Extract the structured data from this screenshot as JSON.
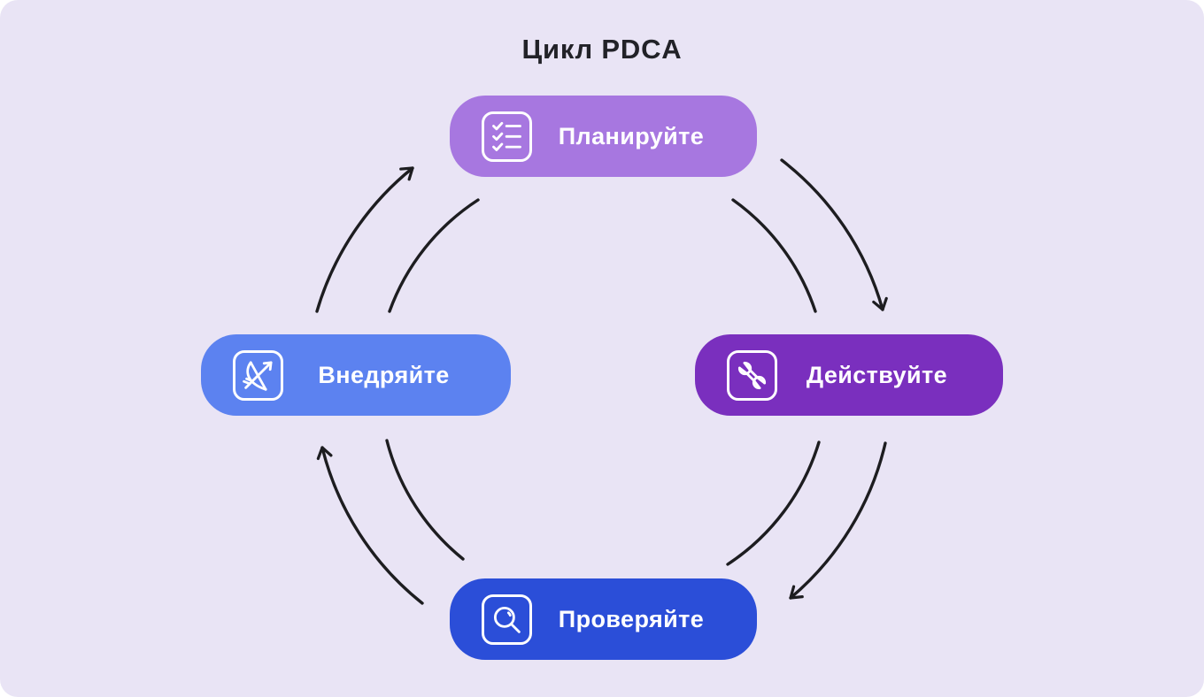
{
  "title": "Цикл PDCA",
  "nodes": [
    {
      "id": "plan",
      "label": "Планируйте",
      "icon": "checklist-icon",
      "position": "top",
      "color": "#A777E0"
    },
    {
      "id": "act",
      "label": "Действуйте",
      "icon": "wrench-icon",
      "position": "right",
      "color": "#7A2FBE"
    },
    {
      "id": "check",
      "label": "Проверяйте",
      "icon": "magnifier-icon",
      "position": "bottom",
      "color": "#2B4ED8"
    },
    {
      "id": "do",
      "label": "Внедряйте",
      "icon": "bow-arrow-icon",
      "position": "left",
      "color": "#5C82F0"
    }
  ],
  "cycle_order": [
    "Планируйте",
    "Действуйте",
    "Проверяйте",
    "Внедряйте"
  ],
  "arrows": [
    {
      "from": "Внедряйте",
      "to": "Планируйте"
    },
    {
      "from": "Планируйте",
      "to": "Действуйте"
    },
    {
      "from": "Действуйте",
      "to": "Проверяйте"
    },
    {
      "from": "Проверяйте",
      "to": "Внедряйте"
    }
  ],
  "colors": {
    "canvas_background": "#E9E4F5",
    "arrow": "#1D1D20",
    "title_text": "#222228",
    "node_text": "#FFFFFF",
    "icon_stroke": "#FFFFFF"
  }
}
